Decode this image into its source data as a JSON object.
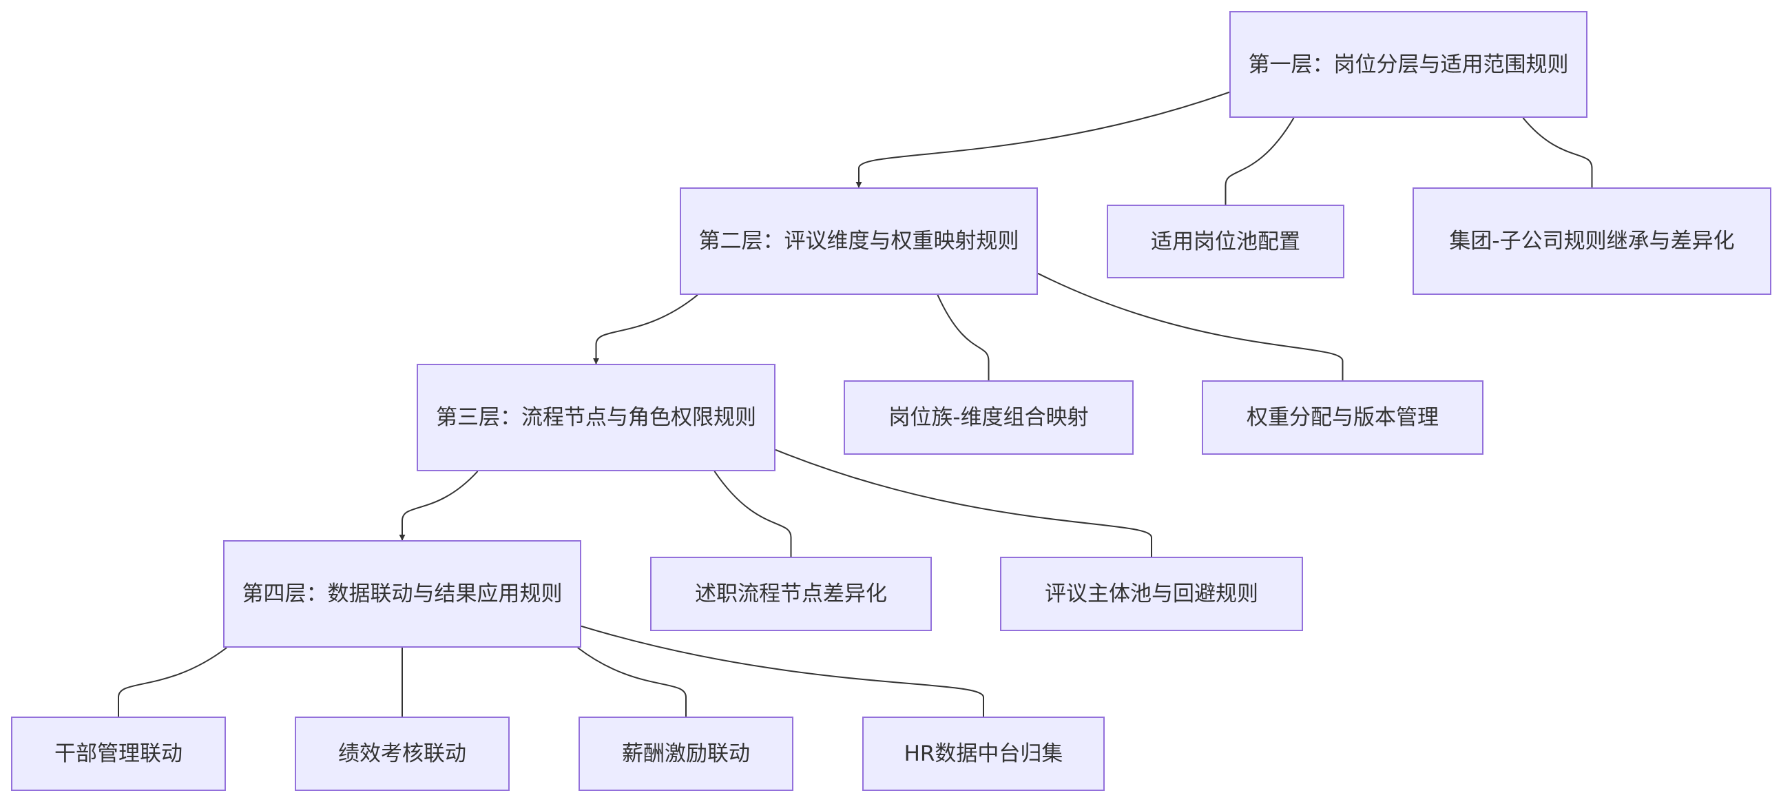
{
  "diagram": {
    "colors": {
      "node_fill": "#ECECFF",
      "node_border": "#9370DB",
      "edge": "#333333",
      "text": "#333333"
    },
    "nodes": {
      "layer1": "第一层：岗位分层与适用范围规则",
      "pool_config": "适用岗位池配置",
      "group_inherit": "集团-子公司规则继承与差异化",
      "layer2": "第二层：评议维度与权重映射规则",
      "family_map": "岗位族-维度组合映射",
      "weight_version": "权重分配与版本管理",
      "layer3": "第三层：流程节点与角色权限规则",
      "process_diff": "述职流程节点差异化",
      "subject_pool": "评议主体池与回避规则",
      "layer4": "第四层：数据联动与结果应用规则",
      "cadre_link": "干部管理联动",
      "perf_link": "绩效考核联动",
      "comp_link": "薪酬激励联动",
      "hr_data": "HR数据中台归集"
    },
    "edges": [
      {
        "from": "layer1",
        "to": "layer2",
        "arrow": true
      },
      {
        "from": "layer1",
        "to": "pool_config",
        "arrow": false
      },
      {
        "from": "layer1",
        "to": "group_inherit",
        "arrow": false
      },
      {
        "from": "layer2",
        "to": "layer3",
        "arrow": true
      },
      {
        "from": "layer2",
        "to": "family_map",
        "arrow": false
      },
      {
        "from": "layer2",
        "to": "weight_version",
        "arrow": false
      },
      {
        "from": "layer3",
        "to": "layer4",
        "arrow": true
      },
      {
        "from": "layer3",
        "to": "process_diff",
        "arrow": false
      },
      {
        "from": "layer3",
        "to": "subject_pool",
        "arrow": false
      },
      {
        "from": "layer4",
        "to": "cadre_link",
        "arrow": false
      },
      {
        "from": "layer4",
        "to": "perf_link",
        "arrow": false
      },
      {
        "from": "layer4",
        "to": "comp_link",
        "arrow": false
      },
      {
        "from": "layer4",
        "to": "hr_data",
        "arrow": false
      }
    ]
  }
}
